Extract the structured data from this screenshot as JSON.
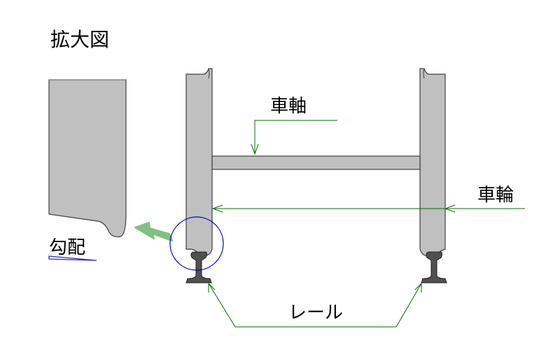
{
  "title": "拡大図",
  "labels": {
    "axle": "車軸",
    "wheel": "車輪",
    "rail": "レール",
    "gradient": "勾配"
  },
  "colors": {
    "wheel_fill": "#c0c0c0",
    "outline": "#404040",
    "leader_line": "#007000",
    "rail_fill": "#505050",
    "focus_circle": "#0000cc",
    "enlarge_arrow": "#80c080",
    "gradient_mark": "#3030c0"
  }
}
